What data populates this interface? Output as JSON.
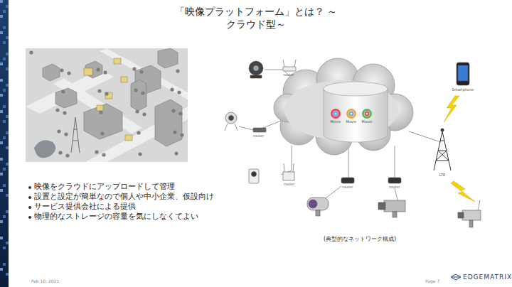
{
  "diagram": {
    "title": "「映像プラットフォーム」とは？ ～クラウド型～",
    "caption": "(典型的なネットワーク構成)",
    "labels": [
      "映像をクラウドにアップロードして管理",
      "設置と設定が簡単なので個人や中小企業、仮設向け",
      "サービス提供会社による提供",
      "物理的なストレージの容量を気にしなくてよい",
      "router",
      "router",
      "router",
      "router",
      "router",
      "Movie",
      "Movie",
      "Movie",
      "Smartphone",
      "LTE",
      "Feb 10, 2021",
      "Page 7",
      "EDGEMATRIX"
    ]
  }
}
